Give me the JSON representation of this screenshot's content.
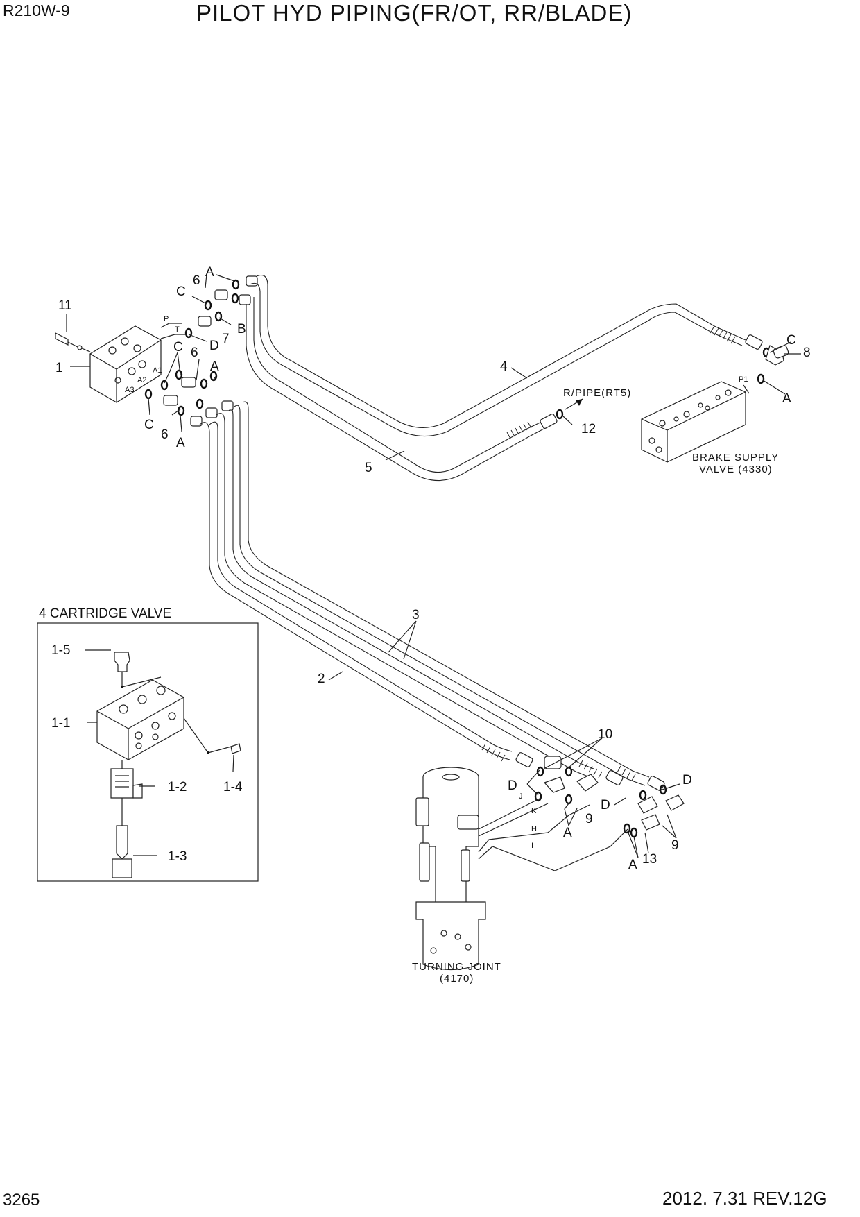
{
  "header": {
    "model": "R210W-9",
    "title": "PILOT HYD PIPING(FR/OT, RR/BLADE)"
  },
  "footer": {
    "page": "3265",
    "revision": "2012. 7.31  REV.12G"
  },
  "inset": {
    "title": "4 CARTRIDGE VALVE",
    "callouts": [
      "1-5",
      "1-1",
      "1-2",
      "1-4",
      "1-3"
    ]
  },
  "labels": {
    "rpipe": "R/PIPE(RT5)",
    "brake_l1": "BRAKE SUPPLY",
    "brake_l2": "VALVE (4330)",
    "tj_l1": "TURNING JOINT",
    "tj_l2": "(4170)"
  },
  "ports": {
    "p": "P",
    "t": "T",
    "a1": "A1",
    "a2": "A2",
    "a3": "A3",
    "p1": "P1",
    "j": "J",
    "k": "K",
    "h": "H",
    "i": "I"
  },
  "callouts": {
    "c11": "11",
    "c1": "1",
    "cC1": "C",
    "c6a": "6",
    "cAa": "A",
    "cB": "B",
    "c7": "7",
    "cD1": "D",
    "cC2": "C",
    "c6b": "6",
    "cAb": "A",
    "cC3": "C",
    "c6c": "6",
    "cAc": "A",
    "c4": "4",
    "c5": "5",
    "cC4": "C",
    "c8": "8",
    "cA4": "A",
    "c12": "12",
    "c2": "2",
    "c3": "3",
    "c10": "10",
    "cD2": "D",
    "c9a": "9",
    "cAd": "A",
    "cD3": "D",
    "c9b": "9",
    "cD4": "D",
    "c13": "13",
    "cAe": "A"
  }
}
